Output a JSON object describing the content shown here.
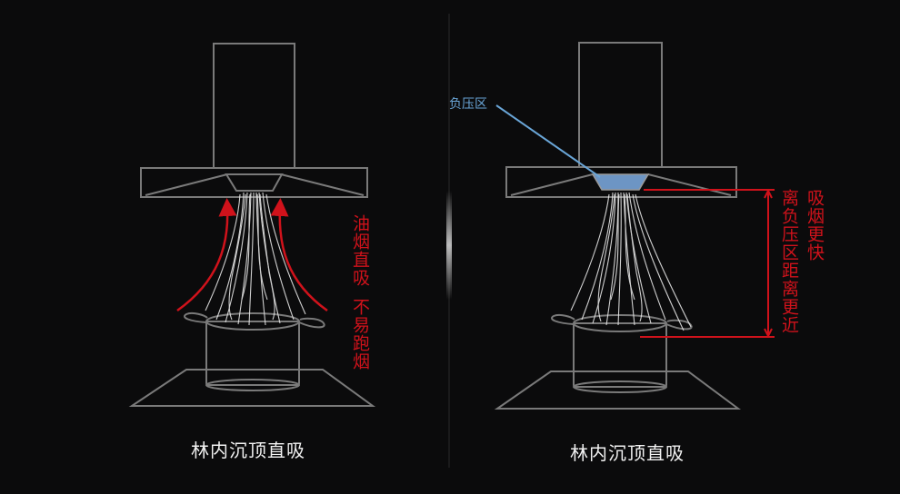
{
  "left_panel": {
    "caption": "林内沉顶直吸",
    "red_note_col1": "油烟直吸",
    "red_note_col2": "不易跑烟"
  },
  "right_panel": {
    "caption": "林内沉顶直吸",
    "negative_zone_label": "负压区",
    "red_note_col1": "吸烟更快",
    "red_note_col2": "离负压区距离更近"
  },
  "colors": {
    "background": "#0b0b0c",
    "outline": "#7a7a7a",
    "smoke": "#e6e6e6",
    "accent_red": "#d0121b",
    "negative_zone_fill": "#6d95c4",
    "negative_zone_label": "#6aa6d8"
  }
}
